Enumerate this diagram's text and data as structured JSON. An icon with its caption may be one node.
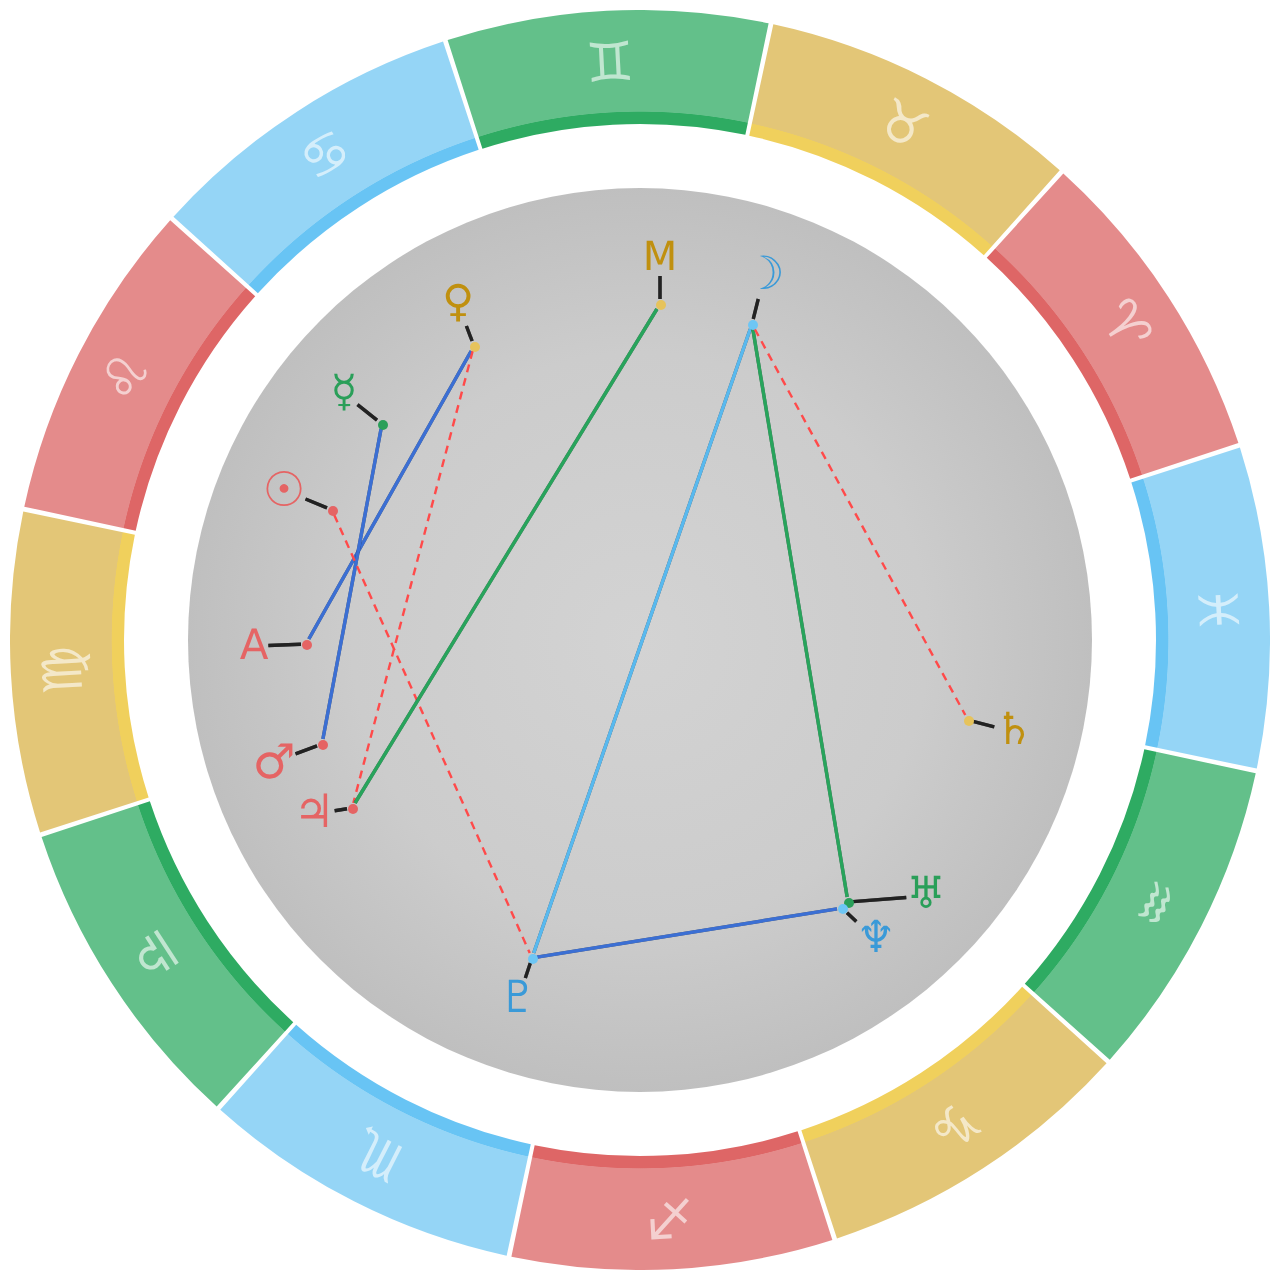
{
  "diagram": {
    "nodes": [
      {
        "text": [
          "♈"
        ]
      },
      {
        "text": [
          "♉"
        ]
      },
      {
        "text": [
          "♊"
        ]
      },
      {
        "text": [
          "♋"
        ]
      },
      {
        "text": [
          "♌"
        ]
      },
      {
        "text": [
          "♍"
        ]
      },
      {
        "text": [
          "♎"
        ]
      },
      {
        "text": [
          "♏"
        ]
      },
      {
        "text": [
          "♐"
        ]
      },
      {
        "text": [
          "♑"
        ]
      },
      {
        "text": [
          "♒"
        ]
      },
      {
        "text": [
          "♓"
        ]
      },
      {
        "text": [],
        "shape": "circle"
      },
      {
        "text": [
          "M"
        ],
        "in": 12
      },
      {
        "text": [],
        "shape": "circle",
        "in": 12
      },
      {
        "text": [
          "☽"
        ],
        "in": 12
      },
      {
        "text": [],
        "shape": "circle",
        "in": 12
      },
      {
        "text": [
          "♀"
        ],
        "in": 12
      },
      {
        "text": [],
        "shape": "circle",
        "in": 12
      },
      {
        "text": [
          "☿"
        ],
        "in": 12
      },
      {
        "text": [],
        "shape": "circle",
        "in": 12
      },
      {
        "text": [
          "☉"
        ],
        "in": 12
      },
      {
        "text": [],
        "shape": "circle",
        "in": 12
      },
      {
        "text": [
          "A"
        ],
        "in": 12
      },
      {
        "text": [],
        "shape": "circle",
        "in": 12
      },
      {
        "text": [
          "♄"
        ],
        "in": 12
      },
      {
        "text": [],
        "shape": "circle",
        "in": 12
      },
      {
        "text": [
          "♂"
        ],
        "in": 12
      },
      {
        "text": [],
        "shape": "circle",
        "in": 12
      },
      {
        "text": [
          "♃"
        ],
        "in": 12
      },
      {
        "text": [],
        "shape": "circle",
        "in": 12
      },
      {
        "text": [
          "♅"
        ],
        "in": 12
      },
      {
        "text": [],
        "shape": "circle",
        "in": 12
      },
      {
        "text": [
          "♆"
        ],
        "in": 12
      },
      {
        "text": [],
        "shape": "circle",
        "in": 12
      },
      {
        "text": [
          "♇"
        ],
        "in": 12
      },
      {
        "text": [],
        "shape": "circle",
        "in": 12
      }
    ],
    "edges": [
      {
        "from": 13,
        "to": 14,
        "arrow": "none"
      },
      {
        "from": 15,
        "to": 16,
        "arrow": "none"
      },
      {
        "from": 17,
        "to": 18,
        "arrow": "none"
      },
      {
        "from": 19,
        "to": 20,
        "arrow": "none"
      },
      {
        "from": 21,
        "to": 22,
        "arrow": "none"
      },
      {
        "from": 23,
        "to": 24,
        "arrow": "none"
      },
      {
        "from": 25,
        "to": 26,
        "arrow": "none"
      },
      {
        "from": 27,
        "to": 28,
        "arrow": "none"
      },
      {
        "from": 29,
        "to": 30,
        "arrow": "none"
      },
      {
        "from": 31,
        "to": 32,
        "arrow": "none"
      },
      {
        "from": 33,
        "to": 34,
        "arrow": "none"
      },
      {
        "from": 35,
        "to": 36,
        "arrow": "none"
      },
      {
        "from": 18,
        "to": 24,
        "arrow": "none",
        "color": "#3b6fd4"
      },
      {
        "from": 20,
        "to": 28,
        "arrow": "none",
        "color": "#3b6fd4"
      },
      {
        "from": 22,
        "to": 36,
        "arrow": "none",
        "style": "dashed",
        "color": "#ff4a4a"
      },
      {
        "from": 18,
        "to": 30,
        "arrow": "none",
        "style": "dashed",
        "color": "#ff4a4a"
      },
      {
        "from": 14,
        "to": 30,
        "arrow": "none",
        "color": "#28a45c"
      },
      {
        "from": 16,
        "to": 36,
        "arrow": "none",
        "color": "#58b9ef"
      },
      {
        "from": 16,
        "to": 32,
        "arrow": "none",
        "color": "#28a45c"
      },
      {
        "from": 16,
        "to": 26,
        "arrow": "none",
        "style": "dashed",
        "color": "#ff4a4a"
      },
      {
        "from": 36,
        "to": 34,
        "arrow": "none",
        "color": "#3b6fd4"
      }
    ]
  }
}
